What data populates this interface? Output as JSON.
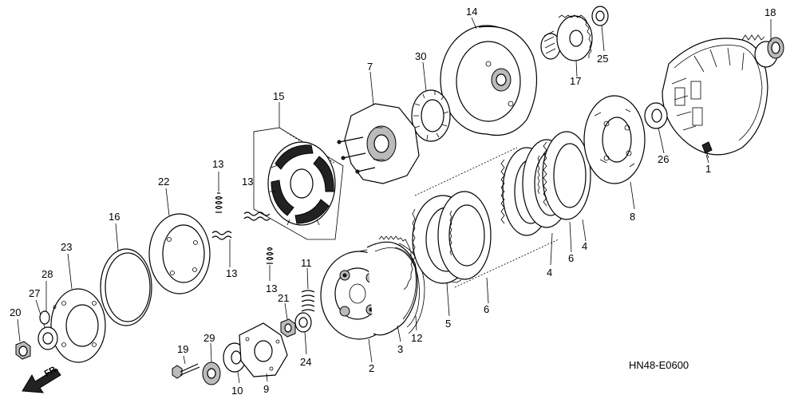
{
  "diagram": {
    "code": "HN48-E0600",
    "direction_label": "FR.",
    "parts": {
      "p1": "1",
      "p2": "2",
      "p3": "3",
      "p4a": "4",
      "p4b": "4",
      "p5": "5",
      "p6a": "6",
      "p6b": "6",
      "p7": "7",
      "p8": "8",
      "p9": "9",
      "p10": "10",
      "p11": "11",
      "p12": "12",
      "p13a": "13",
      "p13b": "13",
      "p13c": "13",
      "p13d": "13",
      "p14": "14",
      "p15": "15",
      "p16": "16",
      "p17": "17",
      "p18": "18",
      "p19": "19",
      "p20": "20",
      "p21": "21",
      "p22": "22",
      "p23": "23",
      "p24": "24",
      "p25": "25",
      "p26": "26",
      "p27": "27",
      "p28": "28",
      "p29": "29",
      "p30": "30"
    }
  }
}
